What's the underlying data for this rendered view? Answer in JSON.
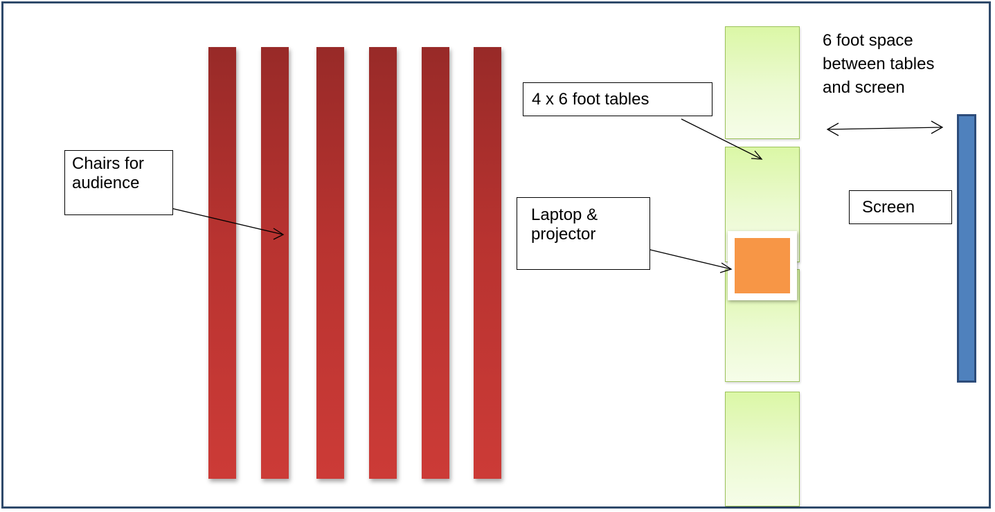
{
  "diagram": {
    "labels": {
      "chairs": "Chairs for\naudience",
      "tables": "4 x 6 foot tables",
      "laptop": "Laptop &\nprojector",
      "screen": "Screen",
      "spacing": "6 foot space\nbetween tables\nand screen"
    },
    "counts": {
      "chair_rows": 6,
      "tables": 4
    },
    "colors": {
      "frame": "#2f4a6b",
      "chairs": "#c0392b",
      "tables": "#e5f9bd",
      "laptop": "#f79646",
      "screen": "#4f81bd"
    }
  }
}
